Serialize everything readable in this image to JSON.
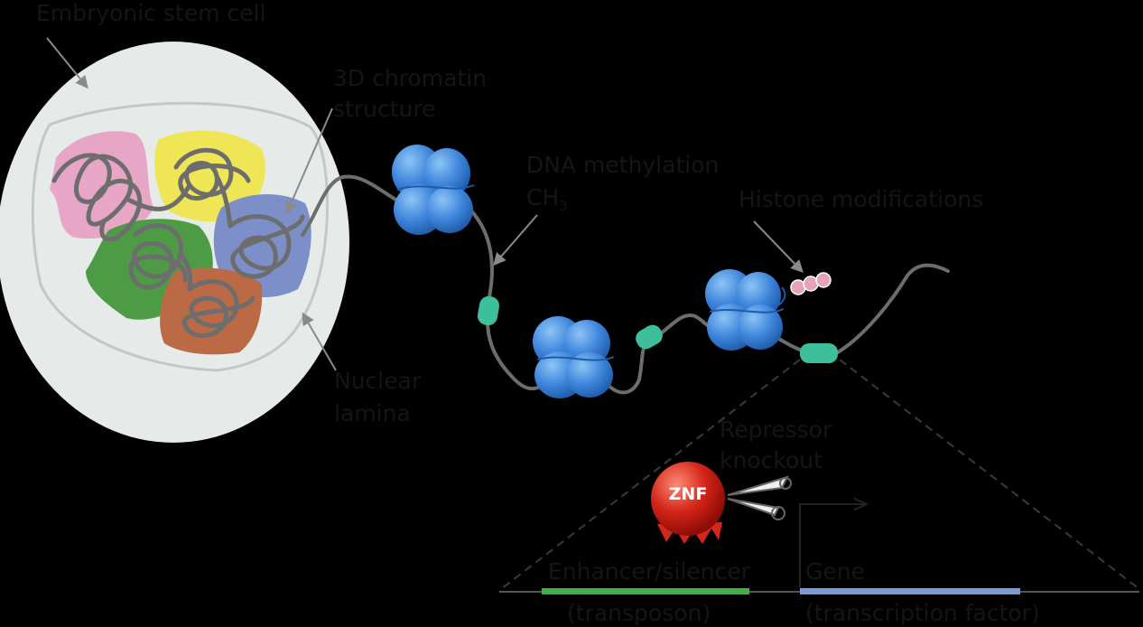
{
  "labels": {
    "cell": "Embryonic stem cell",
    "chromatin_line1": "3D chromatin",
    "chromatin_line2": "structure",
    "methylation": "DNA methylation",
    "methyl_group": "CH",
    "methyl_subscript": "3",
    "histone": "Histone modifications",
    "lamina_line1": "Nuclear",
    "lamina_line2": "lamina",
    "repressor_line1": "Repressor",
    "repressor_line2": "knockout",
    "znf": "ZNF",
    "enhancer": "Enhancer/silencer",
    "transposon": "(transposon)",
    "gene": "Gene",
    "transcription_factor": "(transcription factor)"
  },
  "colors": {
    "background": "#000000",
    "cell_fill": "#e6ebea",
    "chromatin_line": "#6d6d6d",
    "domain_pink": "#e7a6c6",
    "domain_yellow": "#eee654",
    "domain_green": "#4d9b45",
    "domain_brown": "#bb6a45",
    "domain_blue": "#7d8fc8",
    "nucleosome": "#3f86dc",
    "methyl_mark": "#3dbf9c",
    "histone_mark": "#e6a2bb",
    "znf": "#c81a16",
    "enhancer_bar": "#3fb045",
    "gene_bar": "#7d9ad6"
  }
}
